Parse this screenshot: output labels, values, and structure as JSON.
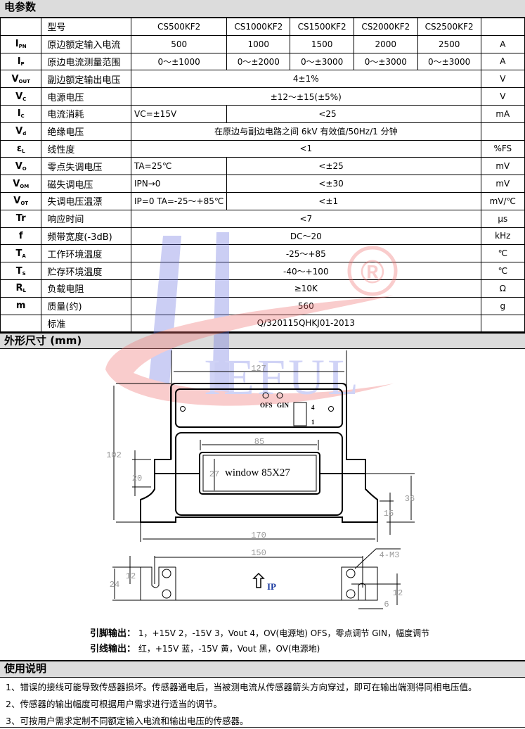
{
  "sections": {
    "params": "电参数",
    "dimensions": "外形尺寸 (mm)",
    "usage": "使用说明"
  },
  "table": {
    "model_label": "型号",
    "models": [
      "CS500KF2",
      "CS1000KF2",
      "CS1500KF2",
      "CS2000KF2",
      "CS2500KF2"
    ],
    "rows": [
      {
        "sym": "I",
        "sub": "PN",
        "name": "原边额定输入电流",
        "values": [
          "500",
          "1000",
          "1500",
          "2000",
          "2500"
        ],
        "unit": "A"
      },
      {
        "sym": "I",
        "sub": "P",
        "name": "原边电流测量范围",
        "values": [
          "0～±1000",
          "0～±2000",
          "0～±3000",
          "0～±3000",
          "0～±3000"
        ],
        "unit": "A"
      },
      {
        "sym": "V",
        "sub": "OUT",
        "name": "副边额定输出电压",
        "value": "4±1%",
        "unit": "V"
      },
      {
        "sym": "V",
        "sub": "C",
        "name": "电源电压",
        "value": "±12～±15(±5%)",
        "unit": "V"
      },
      {
        "sym": "I",
        "sub": "C",
        "name": "电流消耗",
        "cond": "VC=±15V",
        "value": "<25",
        "unit": "mA"
      },
      {
        "sym": "V",
        "sub": "d",
        "name": "绝缘电压",
        "value": "在原边与副边电路之间 6kV 有效值/50Hz/1 分钟",
        "unit": ""
      },
      {
        "sym": "ε",
        "sub": "L",
        "name": "线性度",
        "value": "<1",
        "unit": "%FS"
      },
      {
        "sym": "V",
        "sub": "O",
        "name": "零点失调电压",
        "cond": "TA=25℃",
        "value": "<±25",
        "unit": "mV"
      },
      {
        "sym": "V",
        "sub": "OM",
        "name": "磁失调电压",
        "cond": "IPN→0",
        "value": "<±30",
        "unit": "mV"
      },
      {
        "sym": "V",
        "sub": "OT",
        "name": "失调电压温漂",
        "cond": "IP=0  TA=-25～+85℃",
        "value": "<±1",
        "unit": "mV/℃"
      },
      {
        "sym": "Tr",
        "sub": "",
        "name": "响应时间",
        "value": "<7",
        "unit": "μs"
      },
      {
        "sym": "f",
        "sub": "",
        "name": "频带宽度(-3dB)",
        "value": "DC～20",
        "unit": "kHz"
      },
      {
        "sym": "T",
        "sub": "A",
        "name": "工作环境温度",
        "value": "-25～+85",
        "unit": "℃"
      },
      {
        "sym": "T",
        "sub": "S",
        "name": "贮存环境温度",
        "value": "-40～+100",
        "unit": "℃"
      },
      {
        "sym": "R",
        "sub": "L",
        "name": "负载电阻",
        "value": "≥10K",
        "unit": "Ω"
      },
      {
        "sym": "m",
        "sub": "",
        "name": "质量(约)",
        "value": "560",
        "unit": "g"
      },
      {
        "sym": "",
        "sub": "",
        "name": "标准",
        "value": "Q/320115QHKJ01-2013",
        "unit": ""
      }
    ]
  },
  "drawing": {
    "dims": {
      "w127": "127",
      "w85": "85",
      "h102": "102",
      "h20": "20",
      "h27": "27",
      "h36": "36",
      "h15": "15",
      "w170": "170",
      "w150": "150",
      "m3": "4-M3",
      "h24": "24",
      "h12a": "12",
      "h12b": "12",
      "w6": "6"
    },
    "window": "window 85X27",
    "ofs": "OFS",
    "gin": "GIN",
    "pin4": "4",
    "pin1": "1",
    "ip": "IP"
  },
  "watermark": {
    "text": "IEFUL",
    "reg": "®"
  },
  "pins": {
    "label1": "引脚输出：",
    "text1": "1，+15V  2，-15V  3，Vout  4，OV(电源地)  OFS，零点调节  GIN，幅度调节",
    "label2": "引线输出：",
    "text2": "红，+15V   蓝，-15V   黄，Vout   黑，OV(电源地)"
  },
  "notes": [
    "1、错误的接线可能导致传感器损坏。传感器通电后，当被测电流从传感器箭头方向穿过，即可在输出端测得同相电压值。",
    "2、传感器的输出幅度可根据用户需求进行适当的调节。",
    "3、可按用户需求定制不同额定输入电流和输出电压的传感器。"
  ]
}
